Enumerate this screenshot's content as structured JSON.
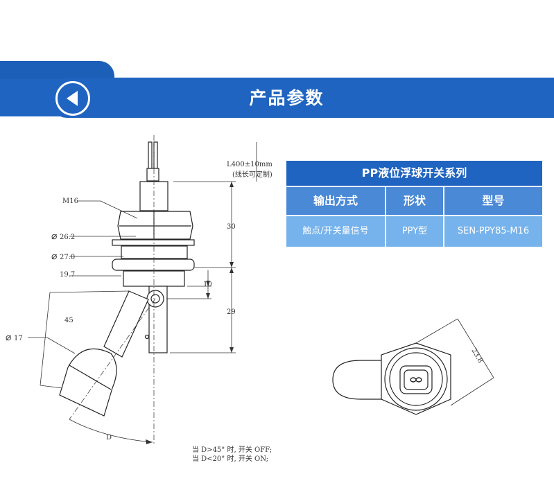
{
  "banner": {
    "title": "产品参数",
    "back_icon": "chevron-left-icon",
    "color": "#1f64c0"
  },
  "table": {
    "title": "PP液位浮球开关系列",
    "headers": [
      "输出方式",
      "形状",
      "型号"
    ],
    "row": [
      "触点/开关量信号",
      "PPY型",
      "SEN-PPY85-M16"
    ],
    "colors": {
      "title": "#1f64c0",
      "header": "#4a89d6",
      "body": "#76b3ec"
    }
  },
  "drawing": {
    "cable_length_line1": "L400±10mm",
    "cable_length_line2": "(线长可定制)",
    "thread": "M16",
    "dia_1": "26.2",
    "dia_2": "27.0",
    "dim_197": "19.7",
    "dim_30": "30",
    "dim_10": "10",
    "dim_29": "29",
    "dim_45": "45",
    "dia_float": "17",
    "angle_label": "D",
    "hex_width": "23.8",
    "dia_symbol": "⌀"
  },
  "notes": {
    "line1": "当 D>45° 时, 开关  OFF;",
    "line2": "当 D<20° 时, 开关  ON;"
  }
}
